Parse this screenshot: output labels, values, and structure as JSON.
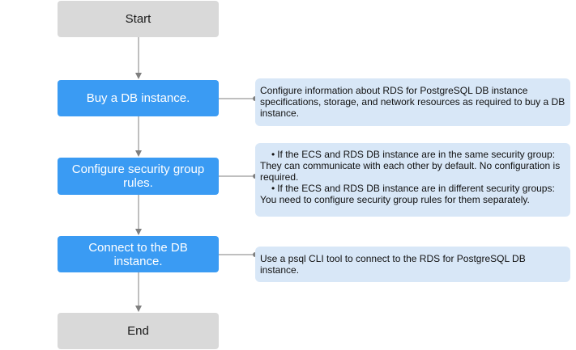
{
  "flow": {
    "start": "Start",
    "end": "End",
    "steps": [
      {
        "label": "Buy a DB instance."
      },
      {
        "label": "Configure security group rules."
      },
      {
        "label": "Connect to the DB instance."
      }
    ]
  },
  "notes": {
    "buy": {
      "text": "Configure information about RDS for PostgreSQL DB instance specifications, storage, and network resources as required to buy a DB instance."
    },
    "security": {
      "bullet1_title": "If the ECS and RDS DB instance are in the same security group:",
      "bullet1_text": "They can communicate with each other by default. No configuration is required.",
      "bullet2_title": "If the ECS and RDS DB instance are in different security groups:",
      "bullet2_text": "You need to configure security group rules for them separately."
    },
    "connect": {
      "text": "Use a psql CLI tool to connect to the RDS for PostgreSQL DB instance."
    }
  },
  "colors": {
    "step_fill": "#3a9bf3",
    "terminal_fill": "#d9d9d9",
    "note_fill": "#d8e7f7",
    "connector": "#7f7f7f"
  }
}
